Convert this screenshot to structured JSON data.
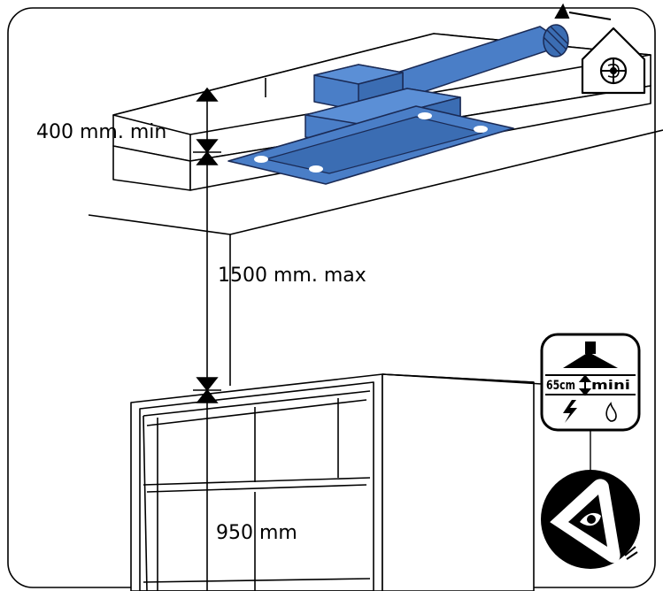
{
  "labels": {
    "hood_height_min": "400 mm. min",
    "max_distance": "1500 mm. max",
    "counter_height": "950 mm"
  },
  "install_icon": {
    "distance": "65cm",
    "qualifier": "mini"
  },
  "colors": {
    "hood_blue": "#4a7ec7",
    "hood_outline": "#1a2a55",
    "line": "#000000",
    "background": "#ffffff"
  },
  "icons": [
    "extraction-fan-icon",
    "electric-bolt-icon",
    "gas-flame-icon",
    "eye-inspection-icon"
  ]
}
